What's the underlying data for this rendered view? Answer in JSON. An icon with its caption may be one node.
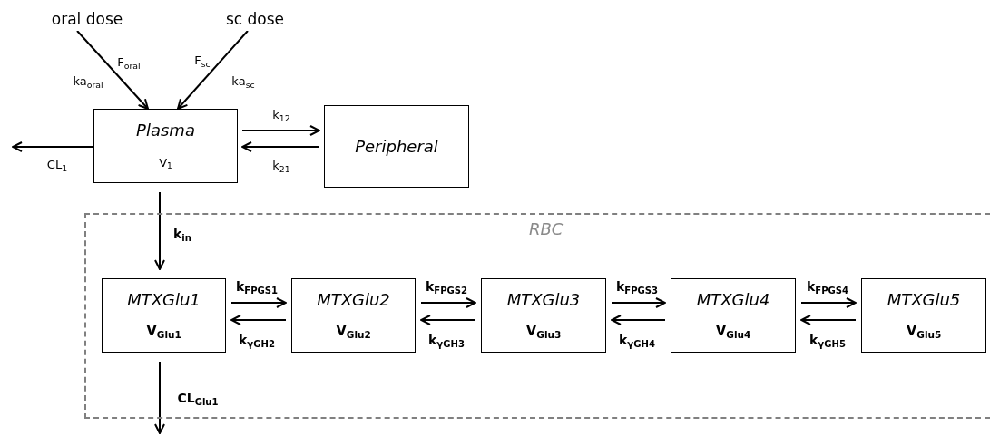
{
  "diagram": {
    "nodes": [
      {
        "text": [
          "oral dose"
        ]
      },
      {
        "text": [
          "sc dose"
        ]
      },
      {
        "text": [
          "Plasma",
          "V$_{1}$"
        ]
      },
      {
        "text": [
          "Peripheral"
        ]
      },
      {
        "text": [
          "RBC"
        ]
      },
      {
        "text": [
          "MTXGlu1",
          "V$_{Glu1}$"
        ],
        "in": 4
      },
      {
        "text": [
          "MTXGlu2",
          "V$_{Glu2}$"
        ],
        "in": 4
      },
      {
        "text": [
          "MTXGlu3",
          "V$_{Glu3}$"
        ],
        "in": 4
      },
      {
        "text": [
          "MTXGlu4",
          "V$_{Glu4}$"
        ],
        "in": 4
      },
      {
        "text": [
          "MTXGlu5",
          "V$_{Glu5}$"
        ],
        "in": 4
      }
    ],
    "edges": [
      {
        "from": 0,
        "to": 2,
        "arrow": "to",
        "label": "F$_{oral}$"
      },
      {
        "from": 1,
        "to": 2,
        "arrow": "to",
        "label": "F$_{sc}$"
      },
      {
        "from": 2,
        "to": null,
        "arrow": "to",
        "label": "CL$_{1}$"
      },
      {
        "from": 2,
        "to": 3,
        "arrow": "to",
        "label": "k$_{12}$"
      },
      {
        "from": 3,
        "to": 2,
        "arrow": "to",
        "label": "k$_{21}$"
      },
      {
        "from": 2,
        "to": 5,
        "arrow": "to",
        "label": "k$_{in}$"
      },
      {
        "from": 5,
        "to": 6,
        "arrow": "to",
        "label": "k$_{FPGS1}$"
      },
      {
        "from": 6,
        "to": 5,
        "arrow": "to",
        "label": "k$_{γGH2}$"
      },
      {
        "from": 6,
        "to": 7,
        "arrow": "to",
        "label": "k$_{FPGS2}$"
      },
      {
        "from": 7,
        "to": 6,
        "arrow": "to",
        "label": "k$_{γGH3}$"
      },
      {
        "from": 7,
        "to": 8,
        "arrow": "to",
        "label": "k$_{FPGS3}$"
      },
      {
        "from": 8,
        "to": 7,
        "arrow": "to",
        "label": "k$_{γGH4}$"
      },
      {
        "from": 8,
        "to": 9,
        "arrow": "to",
        "label": "k$_{FPGS4}$"
      },
      {
        "from": 9,
        "to": 8,
        "arrow": "to",
        "label": "k$_{γGH5}$"
      },
      {
        "from": 5,
        "to": null,
        "arrow": "to",
        "label": "CL$_{Glu1}$"
      }
    ],
    "labels": [
      "ka$_{oral}$",
      "ka$_{sc}$"
    ]
  }
}
